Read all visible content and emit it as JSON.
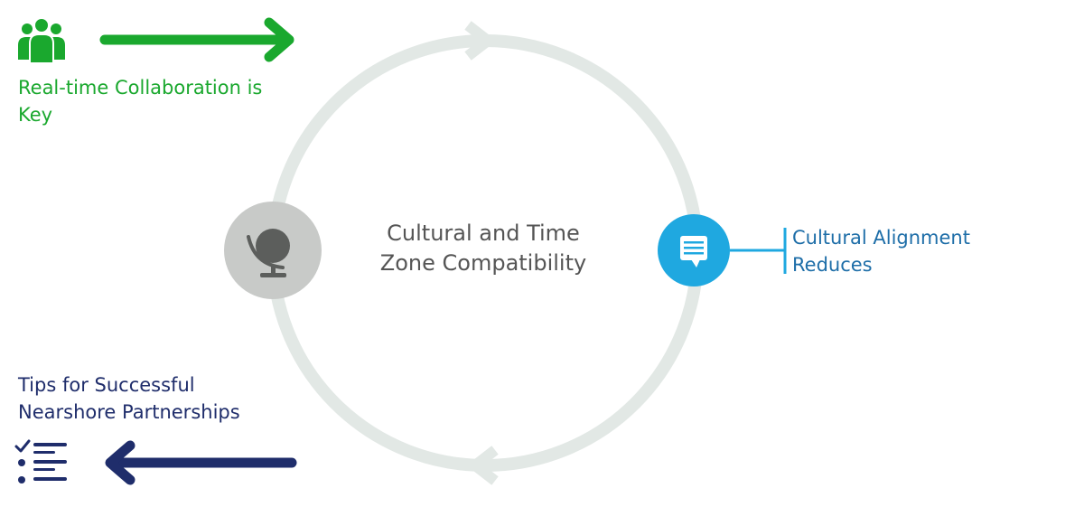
{
  "center": {
    "title_line1": "Cultural and Time",
    "title_line2": "Zone Compatibility"
  },
  "top_left": {
    "line1": "Real-time Collaboration is",
    "line2": "Key",
    "icon": "team-people-icon",
    "color": "#1aa82e"
  },
  "bottom_left": {
    "line1": "Tips for Successful",
    "line2": "Nearshore Partnerships",
    "icon": "checklist-icon",
    "color": "#1f2d6b"
  },
  "right": {
    "line1": "Cultural Alignment",
    "line2": "Reduces",
    "icon": "chat-bubble-icon",
    "color": "#1e6ea8"
  },
  "left_node": {
    "icon": "globe-icon"
  },
  "colors": {
    "ring": "#e2e8e5",
    "green": "#1aa82e",
    "navy": "#1f2d6b",
    "blue_node": "#1fa8e0",
    "gray_node": "#c8cac8",
    "text_gray": "#555555"
  }
}
